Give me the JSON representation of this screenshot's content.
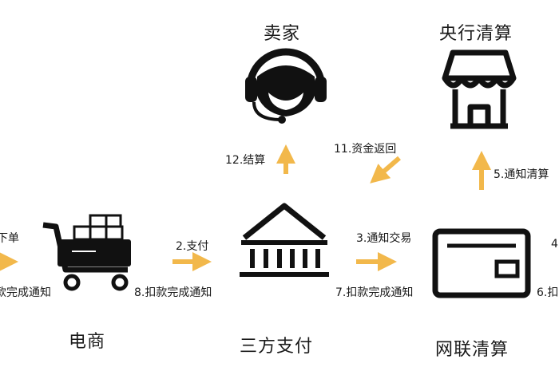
{
  "nodes": {
    "seller": "卖家",
    "central_bank": "央行清算",
    "ecommerce": "电商",
    "third_party": "三方支付",
    "unionpay": "网联清算"
  },
  "edges": {
    "order": "下单",
    "payment_notice_left": "款完成通知",
    "pay": "2.支付",
    "deduct_notice_8": "8.扣款完成通知",
    "notify_trade": "3.通知交易",
    "deduct_notice_7": "7.扣款完成通知",
    "settlement": "12.结算",
    "funds_return": "11.资金返回",
    "notify_clear": "5.通知清算",
    "right_4": "4",
    "right_6": "6.扣"
  },
  "colors": {
    "arrow": "#f2b84b",
    "icon": "#111111"
  }
}
